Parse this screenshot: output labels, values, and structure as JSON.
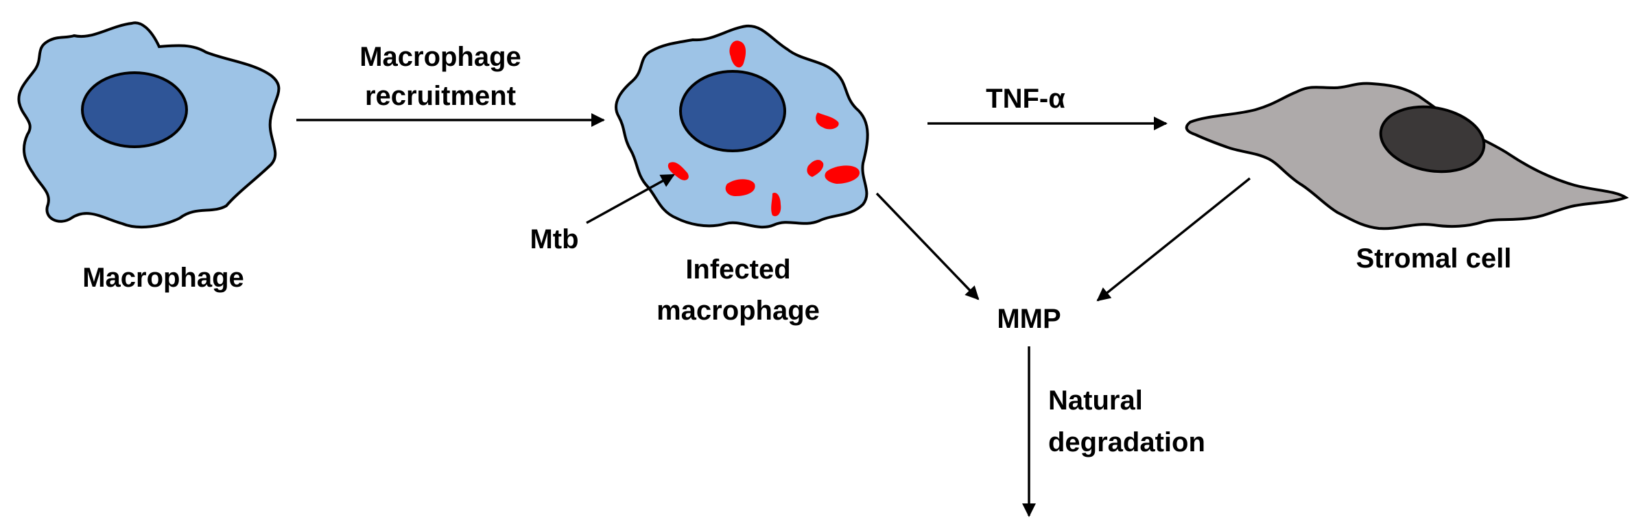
{
  "labels": {
    "macrophage": "Macrophage",
    "recruitment_line1": "Macrophage",
    "recruitment_line2": "recruitment",
    "mtb": "Mtb",
    "infected_line1": "Infected",
    "infected_line2": "macrophage",
    "tnf": "TNF-α",
    "stromal": "Stromal cell",
    "mmp": "MMP",
    "degradation_line1": "Natural",
    "degradation_line2": "degradation"
  },
  "colors": {
    "macrophage_fill": "#9dc3e6",
    "nucleus_fill": "#2f5597",
    "stromal_fill": "#aeaaaa",
    "stromal_nucleus": "#3b3838",
    "mtb_fill": "#ff0000",
    "line": "#000000"
  }
}
